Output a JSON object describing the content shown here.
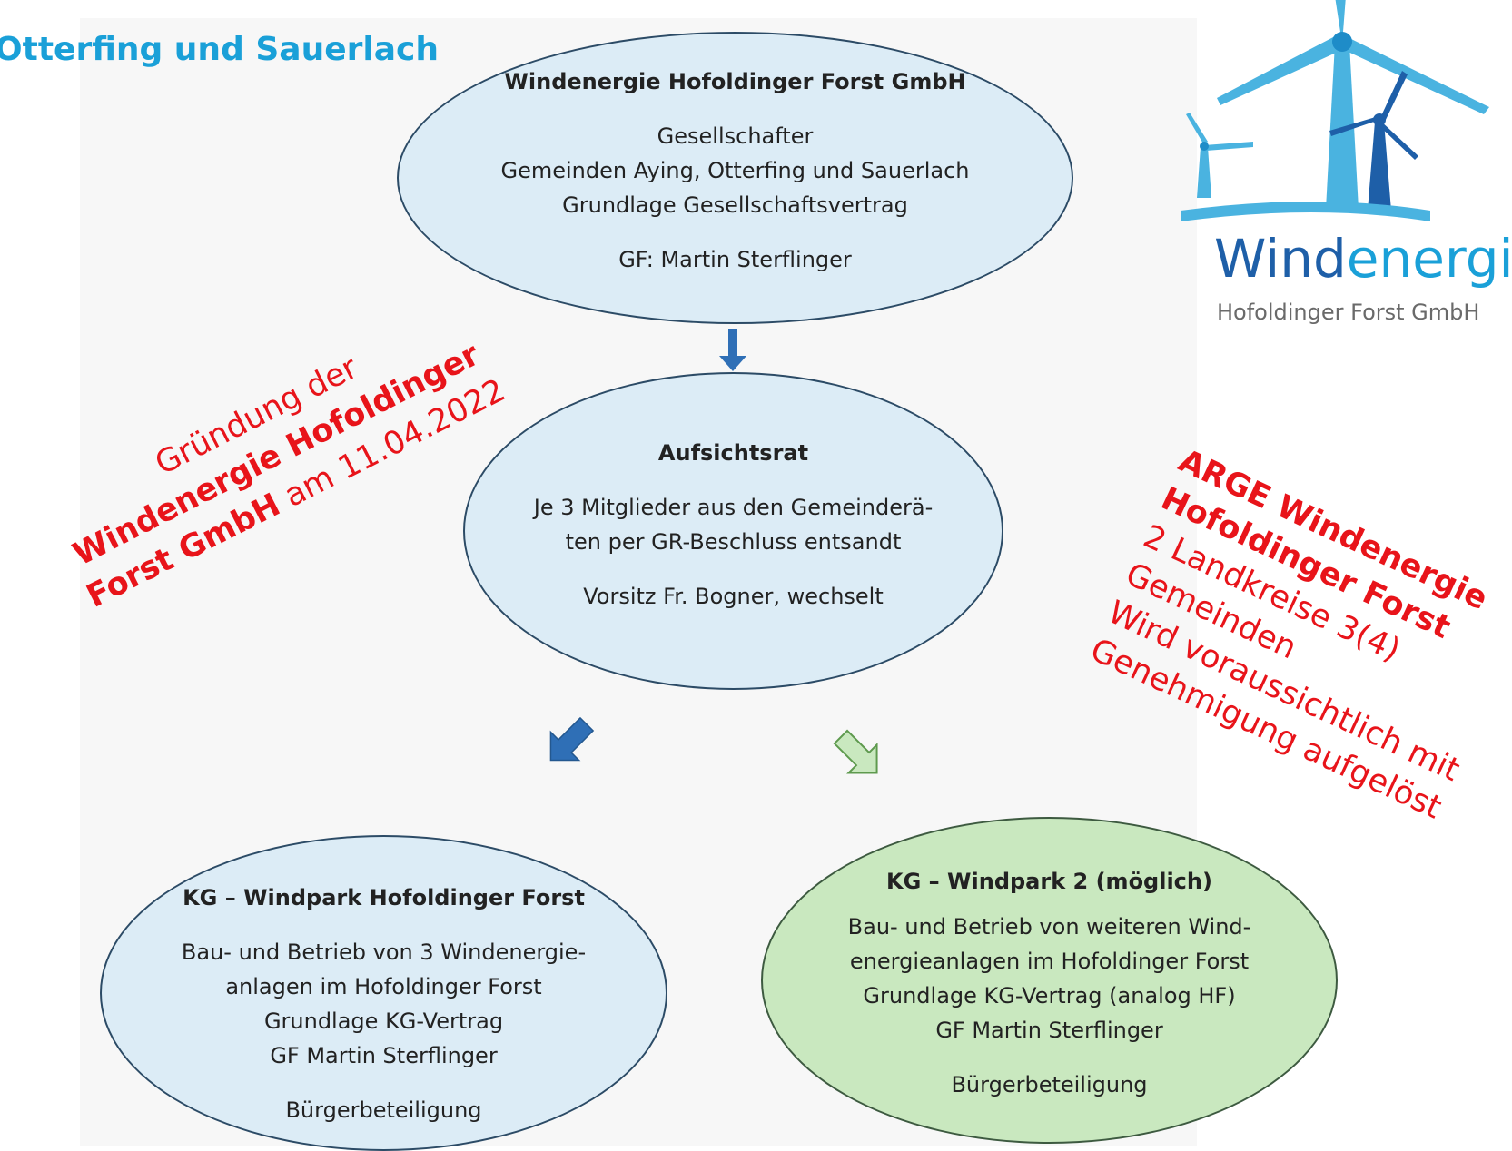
{
  "page_title": "Otterfing und Sauerlach",
  "logo": {
    "word_part1": "Wind",
    "word_part2": "energie",
    "subtitle": "Hofoldinger Forst GmbH"
  },
  "colors": {
    "title_blue": "#1aa0d8",
    "logo_dark_blue": "#1e5fa8",
    "node_blue_fill": "#dcecf6",
    "node_green_fill": "#c9e8bf",
    "annotation_red": "#e8141a",
    "arrow_blue": "#2f6fb6",
    "arrow_green": "#c9e8bf"
  },
  "nodes": {
    "top": {
      "title": "Windenergie Hofoldinger Forst GmbH",
      "lines": [
        "Gesellschafter",
        "Gemeinden Aying, Otterfing und Sauerlach",
        "Grundlage Gesellschaftsvertrag"
      ],
      "footer": "GF: Martin Sterflinger"
    },
    "middle": {
      "title": "Aufsichtsrat",
      "lines": [
        "Je 3 Mitglieder aus den Gemeinderä-",
        "ten per GR-Beschluss entsandt"
      ],
      "footer": "Vorsitz Fr. Bogner, wechselt"
    },
    "left": {
      "title": "KG – Windpark Hofoldinger Forst",
      "lines": [
        "Bau- und Betrieb von 3 Windenergie-",
        "anlagen im Hofoldinger Forst",
        "Grundlage KG-Vertrag",
        "GF Martin Sterflinger"
      ],
      "footer": "Bürgerbeteiligung"
    },
    "right": {
      "title": "KG – Windpark 2 (möglich)",
      "lines": [
        "Bau- und Betrieb von weiteren Wind-",
        "energieanlagen im Hofoldinger Forst",
        "Grundlage KG-Vertrag (analog HF)",
        "GF Martin Sterflinger"
      ],
      "footer": "Bürgerbeteiligung"
    }
  },
  "annotations": {
    "left": {
      "line1": "Gründung der",
      "line2_bold": "Windenergie Hofoldinger",
      "line3_bold": "Forst GmbH",
      "line3_rest": " am 11.04.2022"
    },
    "right": {
      "line1_bold": "ARGE Windenergie",
      "line2_bold": "Hofoldinger Forst",
      "line3": "2 Landkreise 3(4)",
      "line4": "Gemeinden",
      "line5": "Wird voraussichtlich mit",
      "line6": "Genehmigung aufgelöst"
    }
  }
}
